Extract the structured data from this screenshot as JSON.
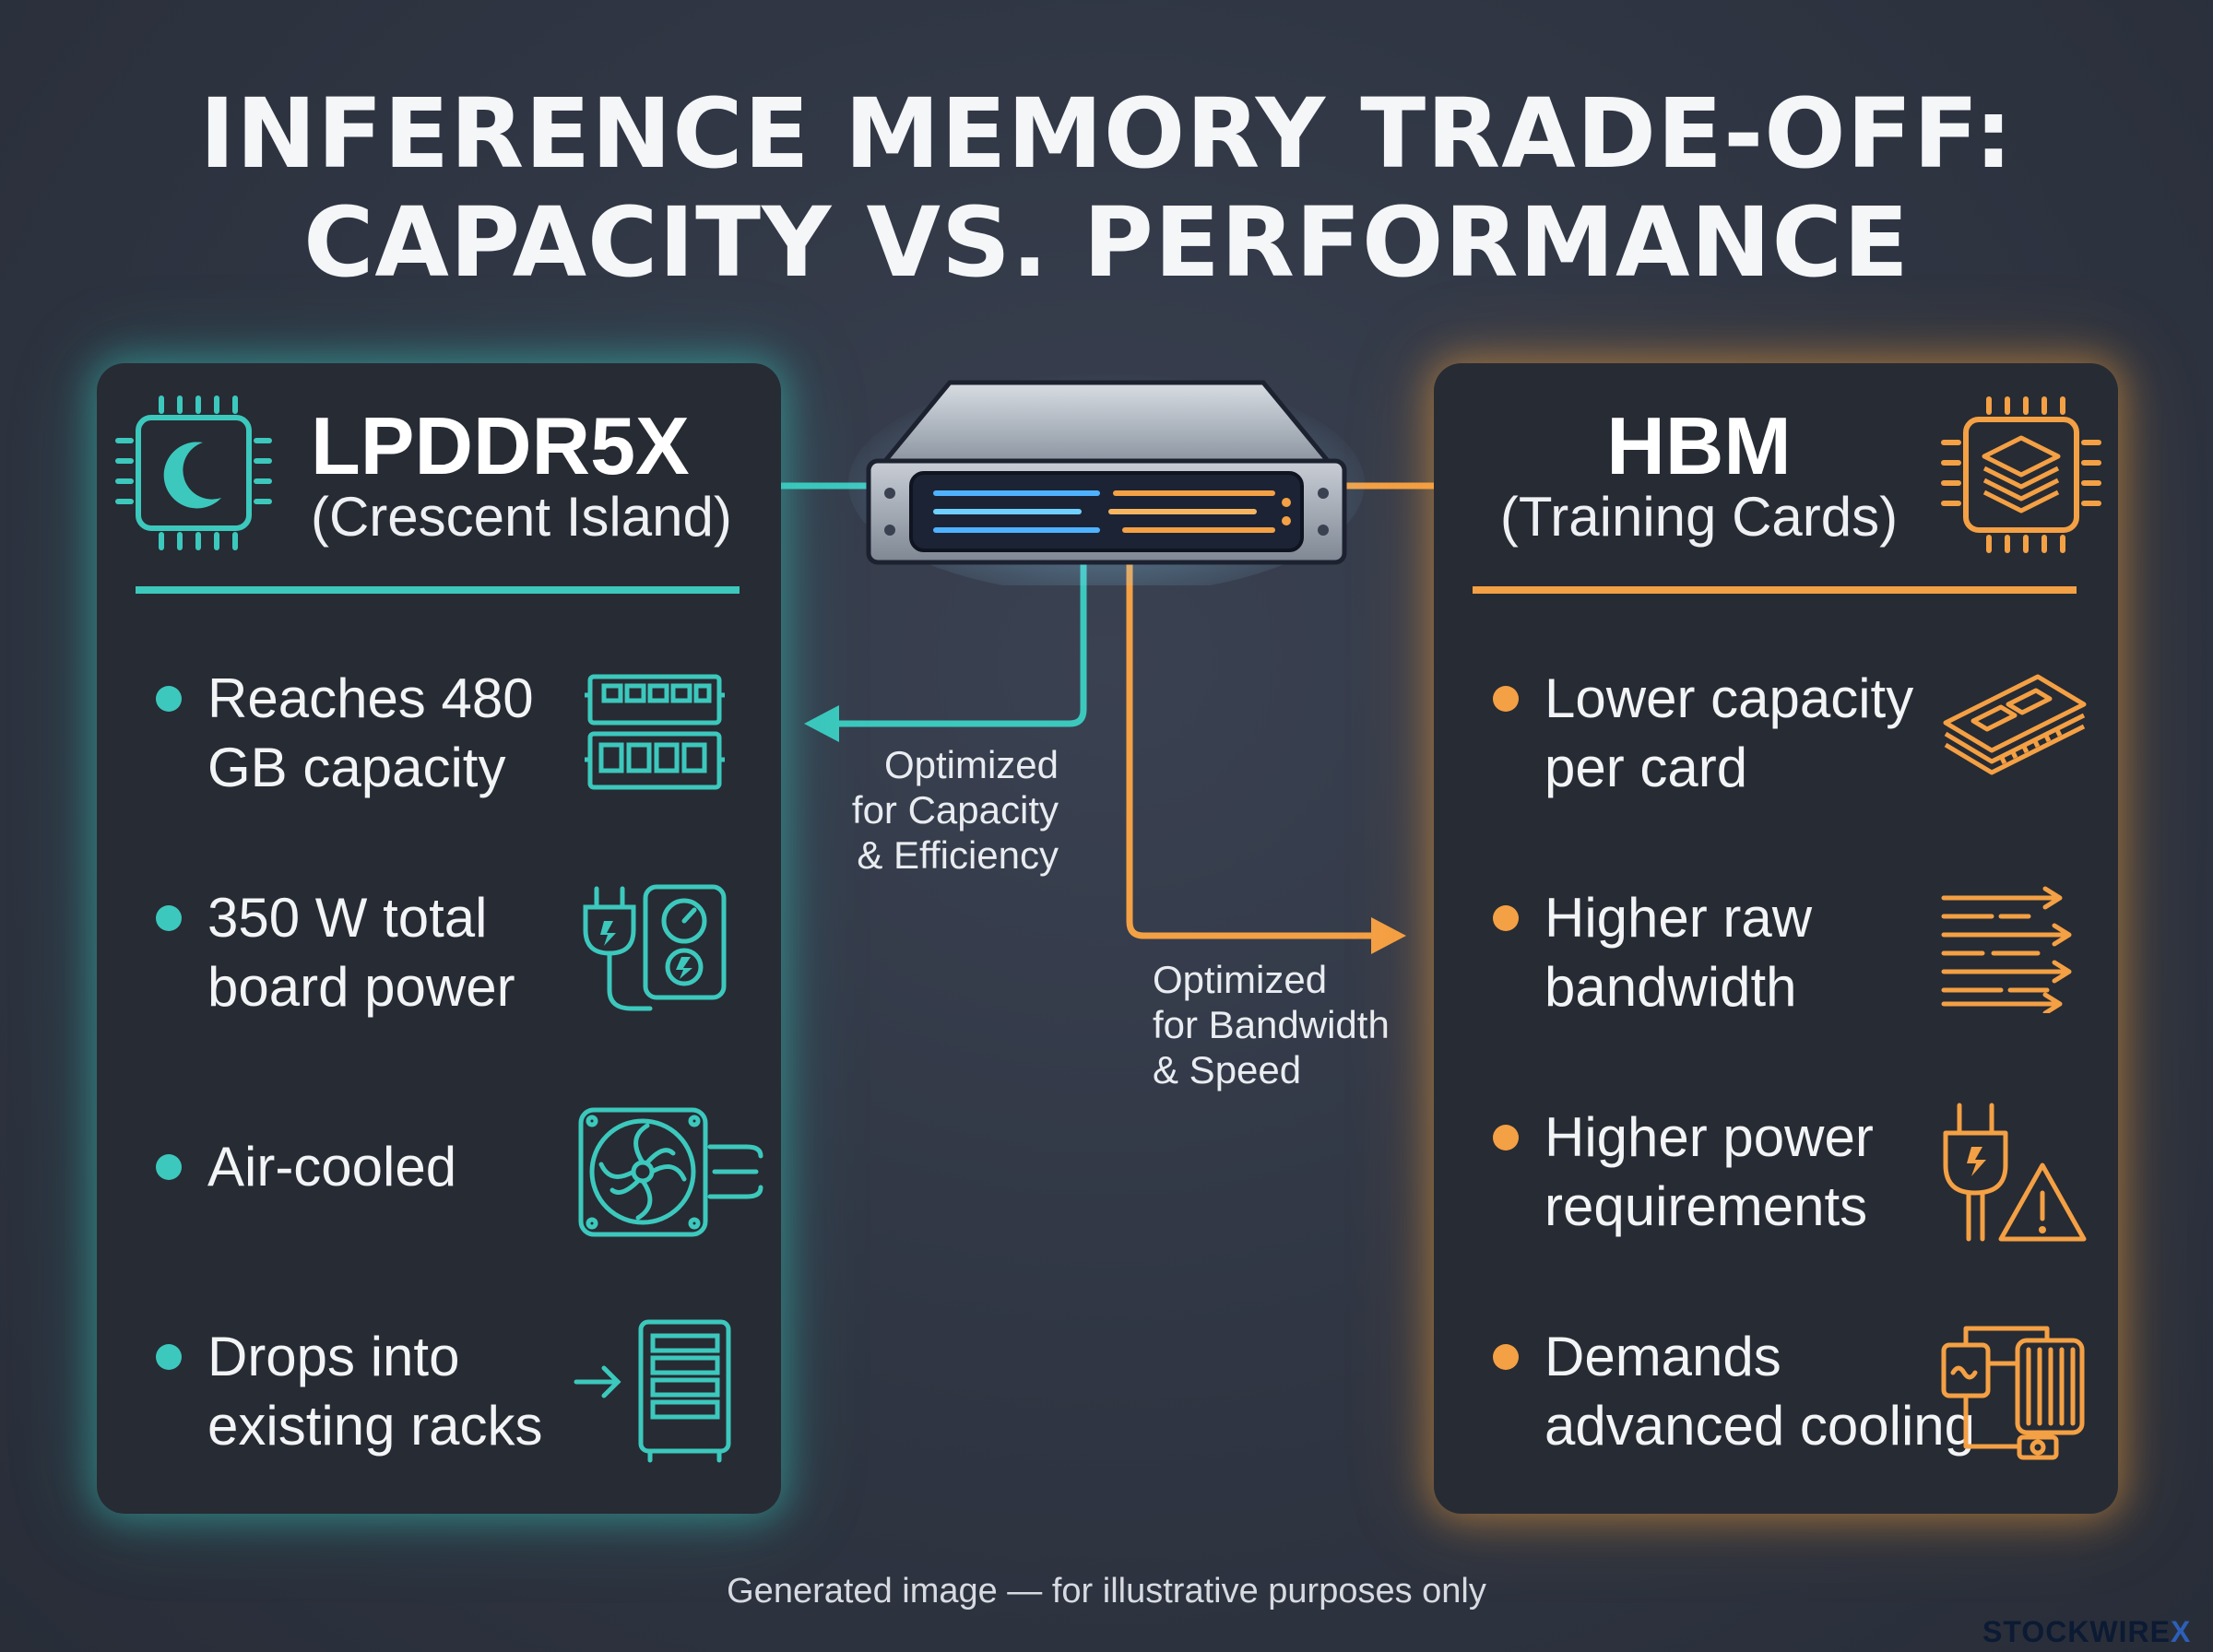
{
  "title": {
    "line1": "INFERENCE MEMORY TRADE-OFF:",
    "line2": "CAPACITY VS. PERFORMANCE"
  },
  "colors": {
    "teal": "#3cc8bd",
    "orange": "#f4a044",
    "background": "#2f3542",
    "panel": "#272b33"
  },
  "left_panel": {
    "title": "LPDDR5X",
    "subtitle": "(Crescent Island)",
    "header_icon": "chip-moon-icon",
    "items": [
      {
        "line1": "Reaches 480",
        "line2": "GB capacity",
        "icon": "memory-module-icon"
      },
      {
        "line1": "350 W total",
        "line2": "board power",
        "icon": "power-plug-meter-icon"
      },
      {
        "line1": "Air-cooled",
        "line2": "",
        "icon": "fan-icon"
      },
      {
        "line1": "Drops into",
        "line2": "existing racks",
        "icon": "server-rack-icon"
      }
    ]
  },
  "right_panel": {
    "title": "HBM",
    "subtitle": "(Training Cards)",
    "header_icon": "chip-stack-icon",
    "items": [
      {
        "line1": "Lower capacity",
        "line2": "per card",
        "icon": "memory-stick-icon"
      },
      {
        "line1": "Higher raw",
        "line2": "bandwidth",
        "icon": "data-arrows-icon"
      },
      {
        "line1": "Higher power",
        "line2": "requirements",
        "icon": "plug-warning-icon"
      },
      {
        "line1": "Demands",
        "line2": "advanced cooling",
        "icon": "liquid-cooling-icon"
      }
    ]
  },
  "center": {
    "icon": "server-icon",
    "left_label": {
      "line1": "Optimized",
      "line2": "for Capacity",
      "line3": "& Efficiency"
    },
    "right_label": {
      "line1": "Optimized",
      "line2": "for Bandwidth",
      "line3": "& Speed"
    }
  },
  "footer": "Generated image — for illustrative purposes only",
  "brand": {
    "main": "STOCKWIRE",
    "x": "X"
  }
}
